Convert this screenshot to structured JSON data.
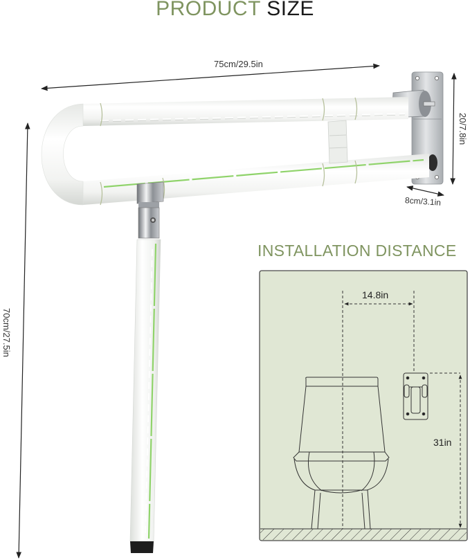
{
  "header": {
    "title_accent": "PRODUCT",
    "title_rest": "SIZE"
  },
  "dimensions": {
    "width": "75cm/29.5in",
    "bracket_height": "20/7.8in",
    "bracket_depth": "8cm/3.1in",
    "leg_height": "70cm/27.5in"
  },
  "installation": {
    "title": "INSTALLATION DISTANCE",
    "horizontal_distance": "14.8in",
    "mount_height": "31in"
  },
  "colors": {
    "accent_green": "#7f9460",
    "diagram_bg": "#e0e7d4",
    "stripe_green": "#8fd36a",
    "bar_white": "#f4f5f3",
    "steel": "#b9bcbf"
  },
  "icons": [
    "grab-bar-image",
    "toilet-diagram",
    "wall-bracket-diagram",
    "floor-hatch"
  ]
}
